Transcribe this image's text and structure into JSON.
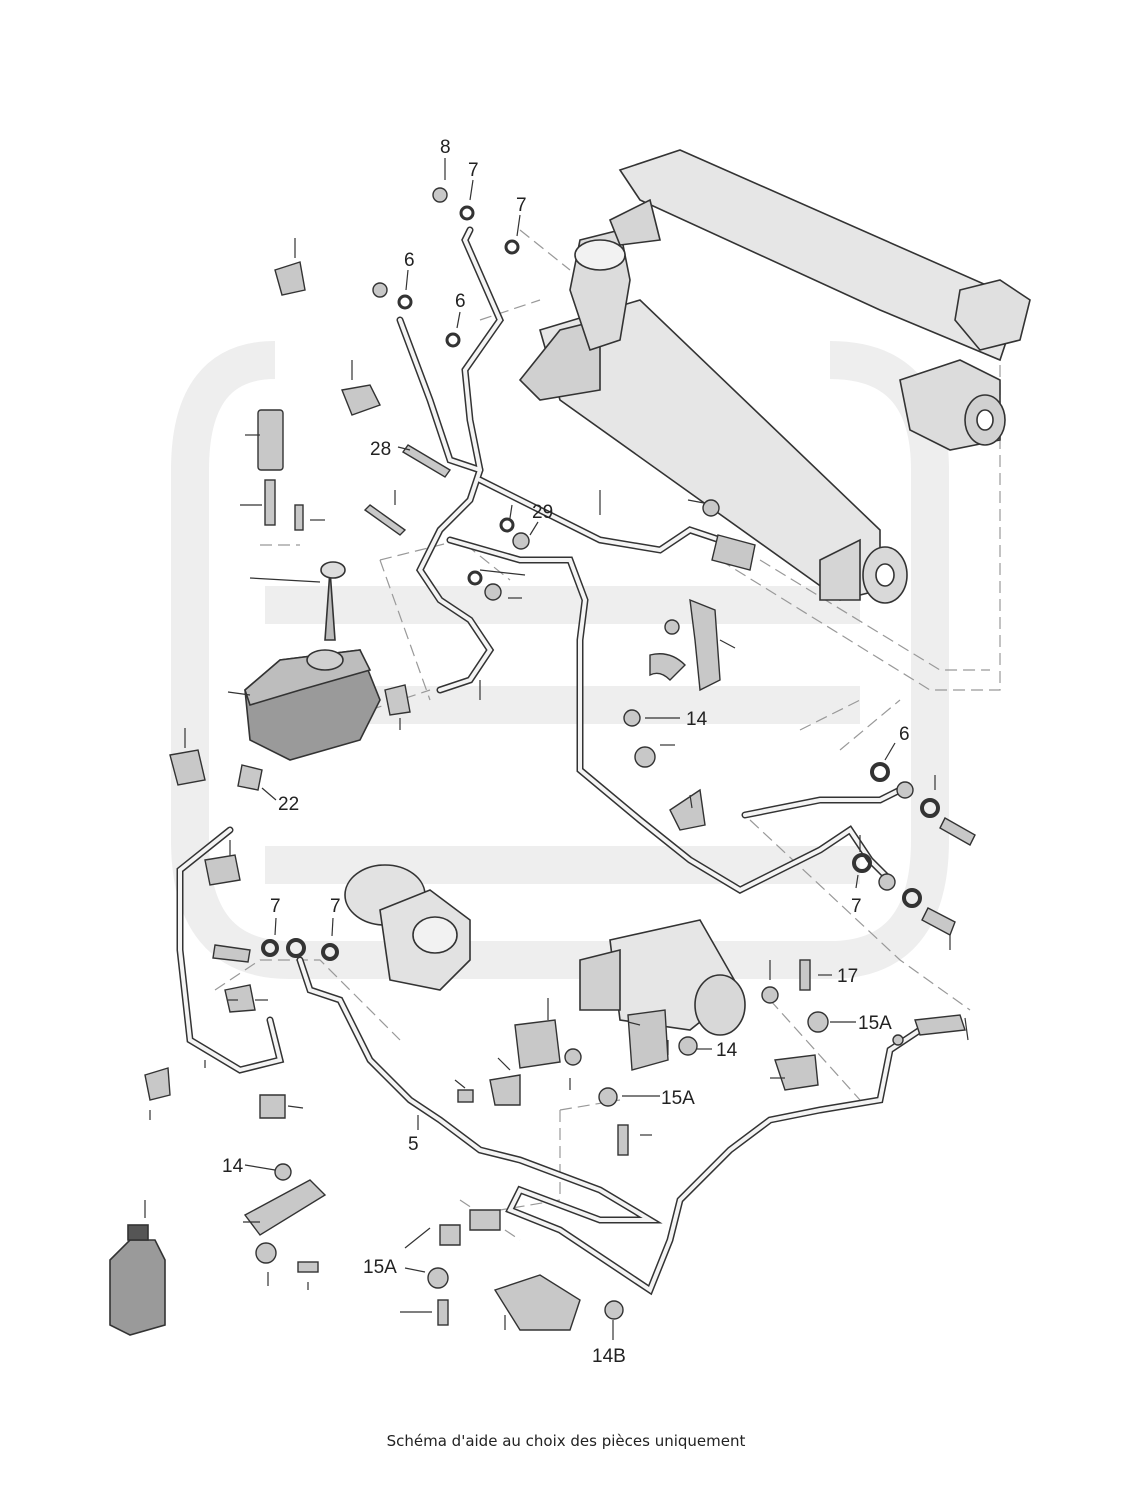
{
  "caption": "Schéma d'aide au choix des pièces uniquement",
  "colors": {
    "part_fill": "#e4e4e4",
    "part_dark": "#9a9a9a",
    "outline": "#333333",
    "watermark": "#eeeeee",
    "leader": "#333333",
    "dashed": "#999999"
  },
  "callouts": {
    "c8": "8",
    "c7_top_a": "7",
    "c7_top_b": "7",
    "c6_top_a": "6",
    "c6_top_b": "6",
    "c28": "28",
    "c29": "29",
    "c22": "22",
    "c14_mid": "14",
    "c6_right": "6",
    "c7_right": "7",
    "c7_pump_a": "7",
    "c7_pump_b": "7",
    "c17": "17",
    "c15a_right": "15A",
    "c14_motor": "14",
    "c15a_center": "15A",
    "c5": "5",
    "c14_left": "14",
    "c15a_lower": "15A",
    "c14b": "14B"
  }
}
